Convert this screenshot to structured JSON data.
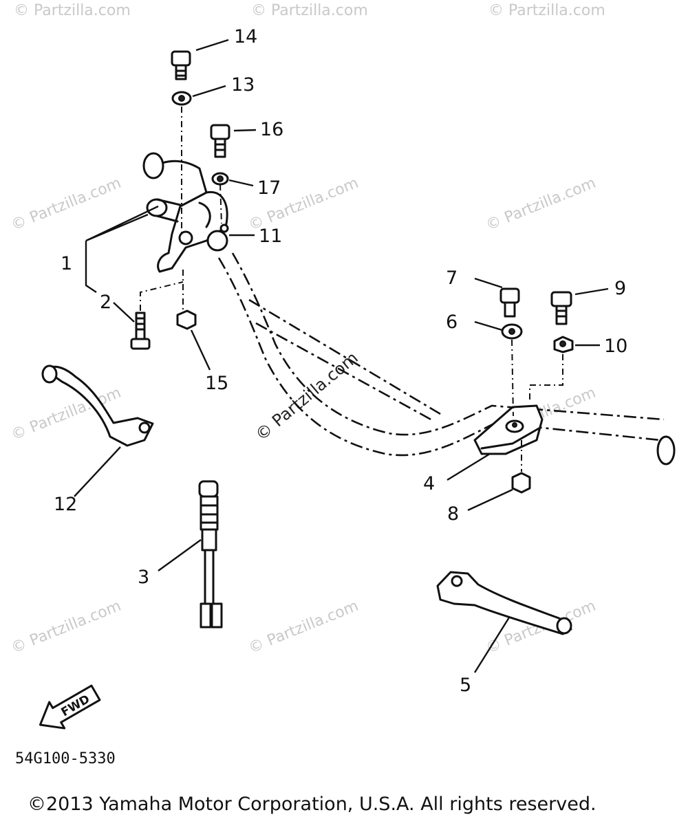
{
  "watermark": {
    "text": "© Partzilla.com"
  },
  "callouts": [
    {
      "id": "1",
      "label": "1"
    },
    {
      "id": "2",
      "label": "2"
    },
    {
      "id": "3",
      "label": "3"
    },
    {
      "id": "4",
      "label": "4"
    },
    {
      "id": "5",
      "label": "5"
    },
    {
      "id": "6",
      "label": "6"
    },
    {
      "id": "7",
      "label": "7"
    },
    {
      "id": "8",
      "label": "8"
    },
    {
      "id": "9",
      "label": "9"
    },
    {
      "id": "10",
      "label": "10"
    },
    {
      "id": "11",
      "label": "11"
    },
    {
      "id": "12",
      "label": "12"
    },
    {
      "id": "13",
      "label": "13"
    },
    {
      "id": "14",
      "label": "14"
    },
    {
      "id": "15",
      "label": "15"
    },
    {
      "id": "16",
      "label": "16"
    },
    {
      "id": "17",
      "label": "17"
    }
  ],
  "fwd_label": "FWD",
  "diagram_code": "54G100-5330",
  "copyright": "©2013 Yamaha Motor Corporation, U.S.A. All rights reserved."
}
